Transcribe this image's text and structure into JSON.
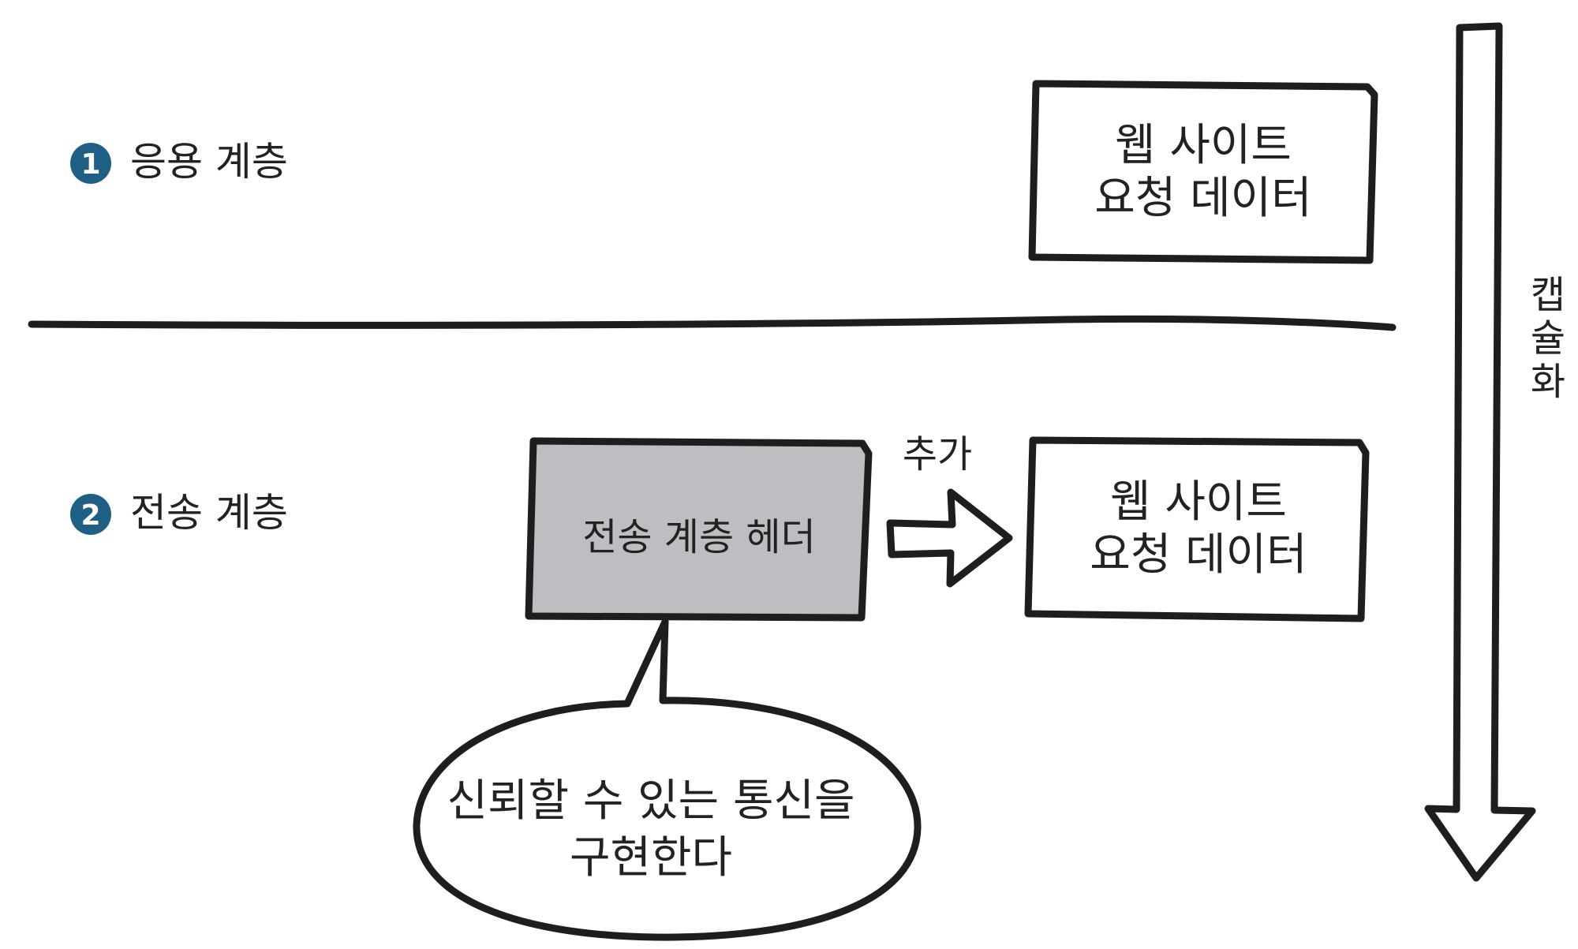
{
  "colors": {
    "accent_badge": "#1f5f86",
    "header_box_fill": "#bdbec1",
    "outline": "#1e1e1e",
    "text": "#222222"
  },
  "layers": [
    {
      "badge": "1",
      "label": "응용 계층"
    },
    {
      "badge": "2",
      "label": "전송 계층"
    }
  ],
  "application_box": {
    "line1": "웹 사이트",
    "line2": "요청 데이터"
  },
  "transport_header_box": {
    "label": "전송 계층 헤더"
  },
  "transport_data_box": {
    "line1": "웹 사이트",
    "line2": "요청 데이터"
  },
  "add_arrow_label": "추가",
  "speech_bubble": {
    "line1": "신뢰할 수 있는 통신을",
    "line2": "구현한다"
  },
  "encapsulation_label": [
    "캡",
    "슐",
    "화"
  ]
}
